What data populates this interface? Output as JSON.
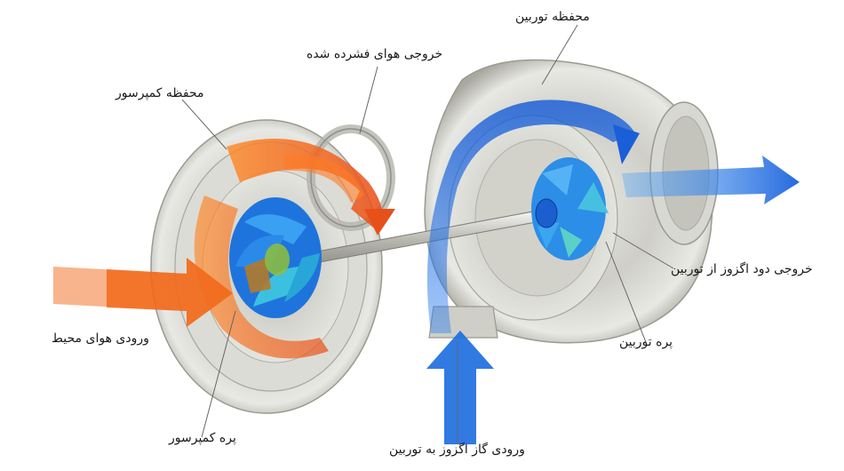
{
  "labels": {
    "turbine_housing": "محفظه توربین",
    "compressed_air_outlet": "خروجی هوای فشرده شده",
    "compressor_housing": "محفظه کمپرسور",
    "exhaust_outlet": "خروجی دود اگزوز از توربین",
    "ambient_air_inlet": "ورودی هوای محیط",
    "turbine_blade": "پره توربین",
    "compressor_blade": "پره کمپرسور",
    "exhaust_gas_inlet": "ورودی گاز اگزوز به توربین"
  },
  "colors": {
    "hot_flow": "#f26a1b",
    "cold_flow": "#1e6fe0",
    "housing": "#d9d9d2",
    "impeller": "#2f8fe8",
    "leader": "#666666"
  }
}
